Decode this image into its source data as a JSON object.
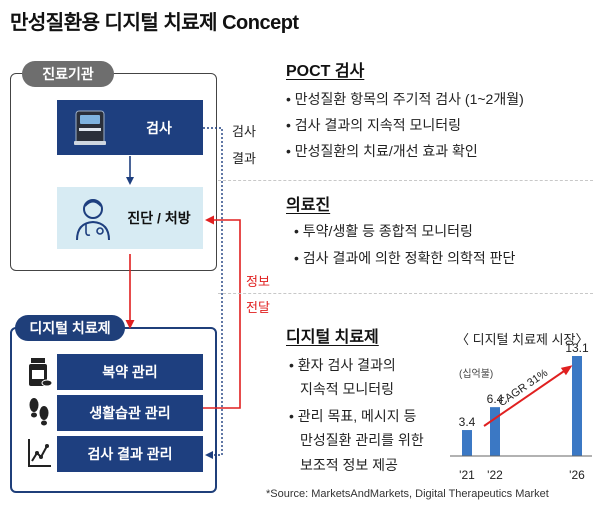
{
  "title": "만성질환용 디지털 치료제 Concept",
  "clinic": {
    "label": "진료기관",
    "test_label": "검사",
    "diagnosis_label": "진단 / 처방"
  },
  "dtx": {
    "label": "디지털 치료제",
    "items": [
      "복약 관리",
      "생활습관 관리",
      "검사 결과 관리"
    ]
  },
  "flow": {
    "test_result": [
      "검사",
      "결과"
    ],
    "info_transfer": [
      "정보",
      "전달"
    ]
  },
  "sections": [
    {
      "heading": "POCT 검사",
      "bullets": [
        "• 만성질환 항목의 주기적 검사 (1~2개월)",
        "• 검사 결과의 지속적 모니터링",
        "• 만성질환의 치료/개선 효과 확인"
      ]
    },
    {
      "heading": "의료진",
      "bullets": [
        "• 투약/생활 등 종합적 모니터링",
        "• 검사 결과에 의한 정확한 의학적 판단"
      ]
    },
    {
      "heading": "디지털 치료제",
      "bullets": [
        "• 환자 검사 결과의",
        "지속적 모니터링",
        "• 관리 목표, 메시지 등",
        "만성질환 관리를 위한",
        "보조적 정보 제공"
      ]
    }
  ],
  "chart_data": {
    "type": "bar",
    "title": "〈 디지털 치료제 시장〉",
    "unit": "(십억불)",
    "categories": [
      "'21",
      "'22",
      "'26"
    ],
    "values": [
      3.4,
      6.4,
      13.1
    ],
    "annotation": "CAGR 31%",
    "bar_color": "#3b78c4",
    "arrow_color": "#e02020"
  },
  "source": "*Source: MarketsAndMarkets, Digital Therapeutics Market",
  "colors": {
    "navy": "#1e3f7f",
    "light_blue": "#d7ebf3",
    "red": "#e02020",
    "gray": "#6e6e6e"
  }
}
